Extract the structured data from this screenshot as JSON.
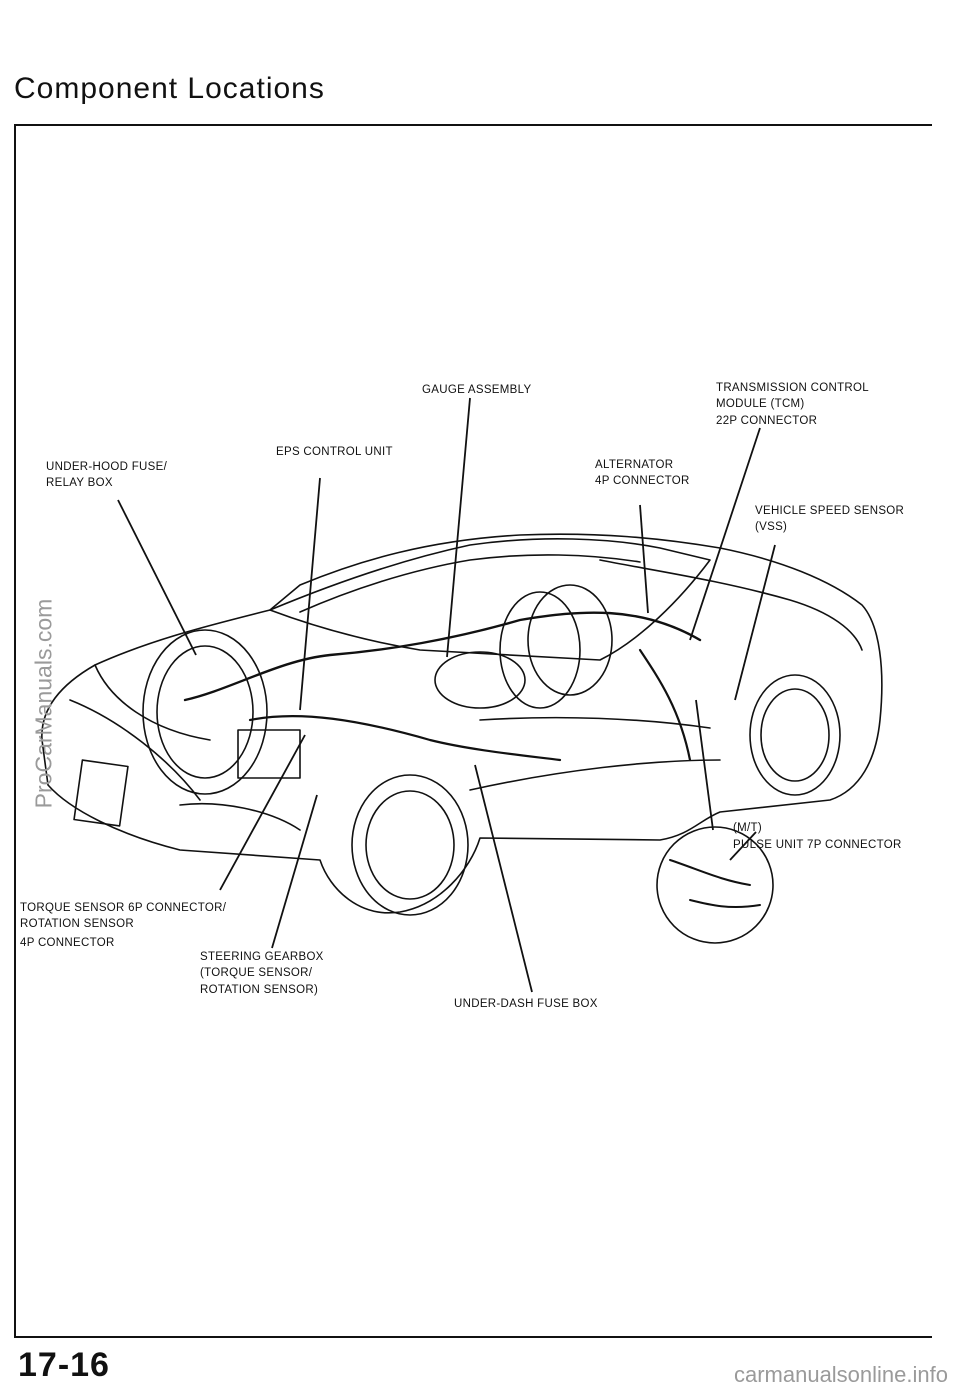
{
  "page": {
    "title": "Component Locations",
    "number": "17-16",
    "watermark_side": "ProCarManuals.com",
    "watermark_footer": "carmanualsonline.info"
  },
  "labels": {
    "gauge": "GAUGE ASSEMBLY",
    "tcm_1": "TRANSMISSION  CONTROL",
    "tcm_2": "MODULE  (TCM)",
    "tcm_3": "22P CONNECTOR",
    "eps": "EPS CONTROL UNIT",
    "fuse_1": "UNDER-HOOD  FUSE/",
    "fuse_2": "RELAY BOX",
    "alt_1": "ALTERNATOR",
    "alt_2": "4P CONNECTOR",
    "vss_1": "VEHICLE SPEED SENSOR",
    "vss_2": "(VSS)",
    "pulse_1": "(M/T)",
    "pulse_2": "PULSE  UNIT 7P CONNECTOR",
    "torque_1": "TORQUE  SENSOR 6P CONNECTOR/",
    "torque_2": "ROTATION SENSOR",
    "torque_3": "4P CONNECTOR",
    "gearbox_1": "STEERING GEARBOX",
    "gearbox_2": "(TORQUE SENSOR/",
    "gearbox_3": "ROTATION SENSOR)",
    "underdash": "UNDER-DASH FUSE BOX"
  }
}
